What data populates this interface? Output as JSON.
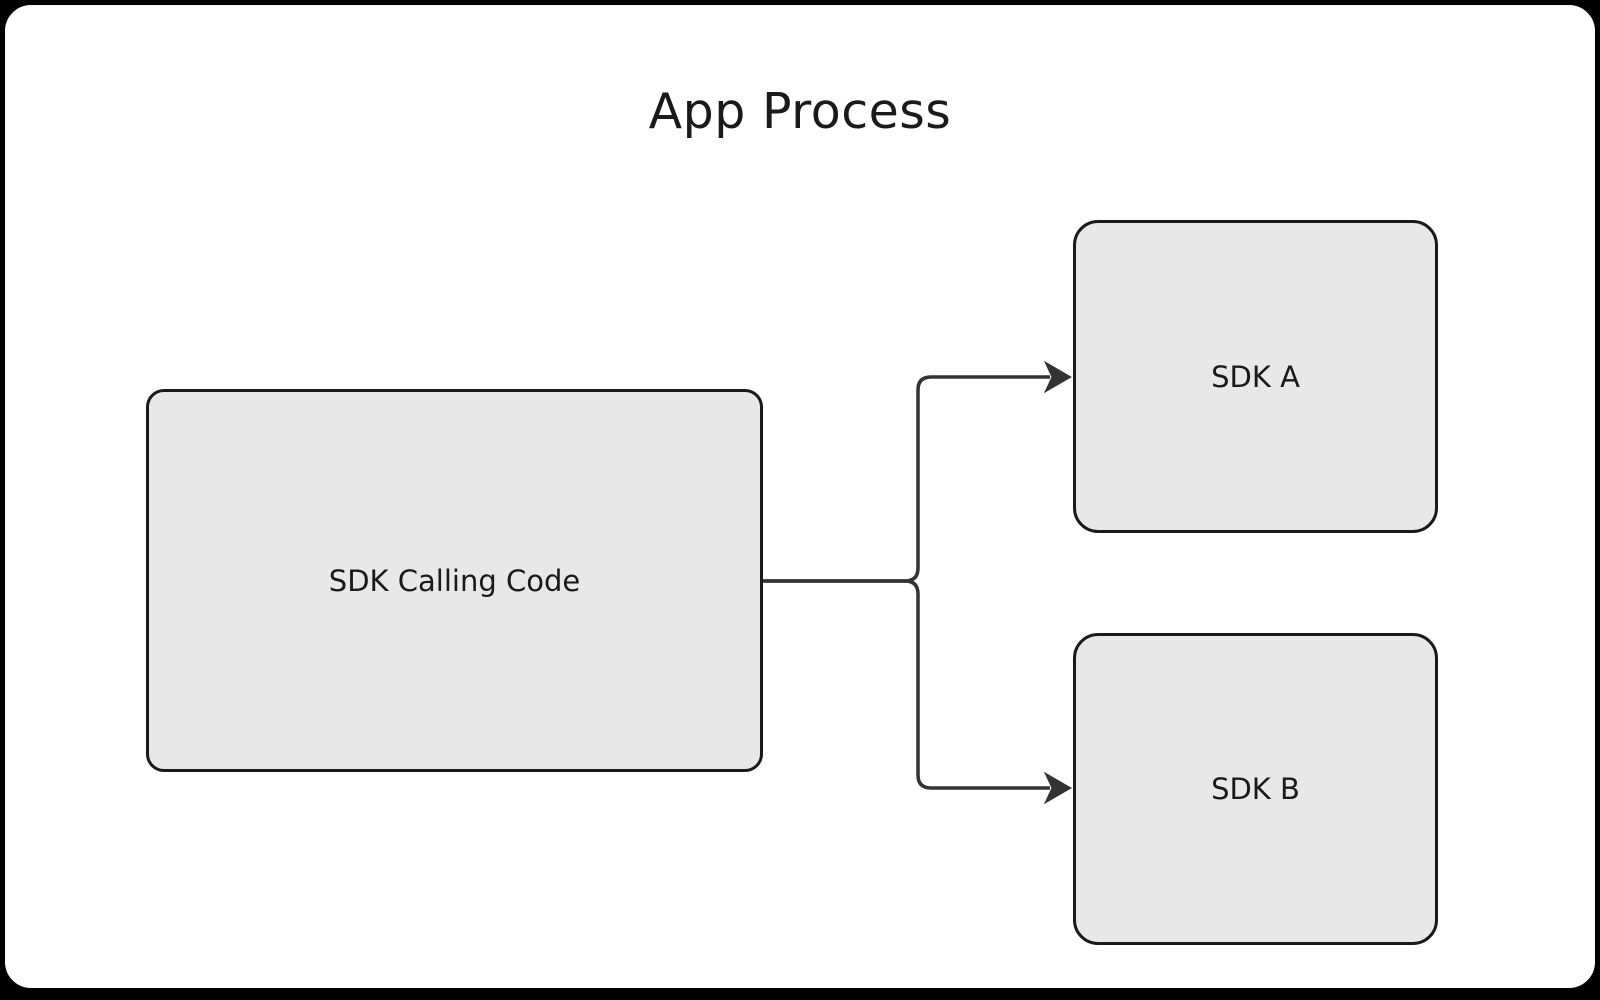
{
  "diagram": {
    "title": "App Process",
    "nodes": [
      {
        "id": "sdk-calling-code",
        "label": "SDK Calling Code"
      },
      {
        "id": "sdk-a",
        "label": "SDK A"
      },
      {
        "id": "sdk-b",
        "label": "SDK B"
      }
    ],
    "edges": [
      {
        "from": "SDK Calling Code",
        "to": "SDK A"
      },
      {
        "from": "SDK Calling Code",
        "to": "SDK B"
      }
    ],
    "colors": {
      "background": "#000000",
      "canvas": "#ffffff",
      "node_fill": "#e8e8e8",
      "node_border": "#1a1a1a",
      "edge": "#333333",
      "text": "#1a1a1a"
    }
  }
}
